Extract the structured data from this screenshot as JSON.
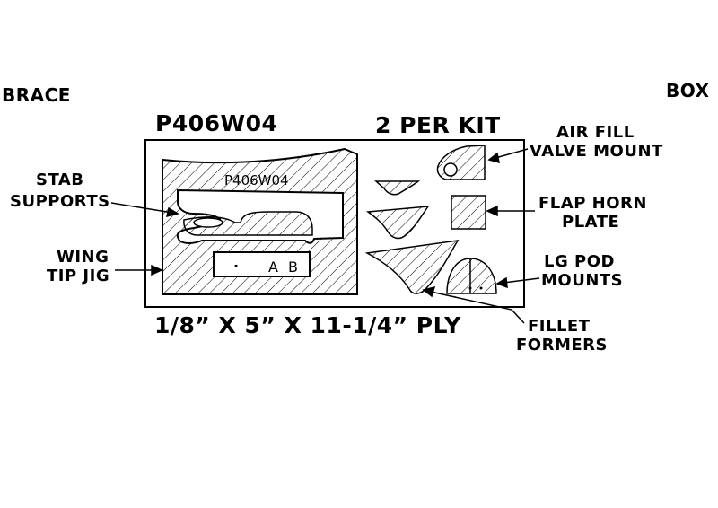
{
  "colors": {
    "ink": "#000000",
    "background": "#ffffff"
  },
  "cropped_top_left": "BRACE",
  "cropped_top_right": "BOX",
  "part_number": "P406W04",
  "quantity": "2 PER KIT",
  "material": "1/8”  X  5”  X  11-1/4”  PLY",
  "engraved_part_number": "P406W04",
  "engraved_marks": {
    "dot": "·",
    "a": "A",
    "b": "B"
  },
  "labels": {
    "stab_supports": [
      "STAB",
      "SUPPORTS"
    ],
    "wing_tip_jig": [
      "WING",
      "TIP JIG"
    ],
    "air_fill_valve_mount": [
      "AIR FILL",
      "VALVE MOUNT"
    ],
    "flap_horn_plate": [
      "FLAP HORN",
      "PLATE"
    ],
    "lg_pod_mounts": [
      "LG POD",
      "MOUNTS"
    ],
    "fillet_formers": [
      "FILLET",
      "FORMERS"
    ]
  }
}
